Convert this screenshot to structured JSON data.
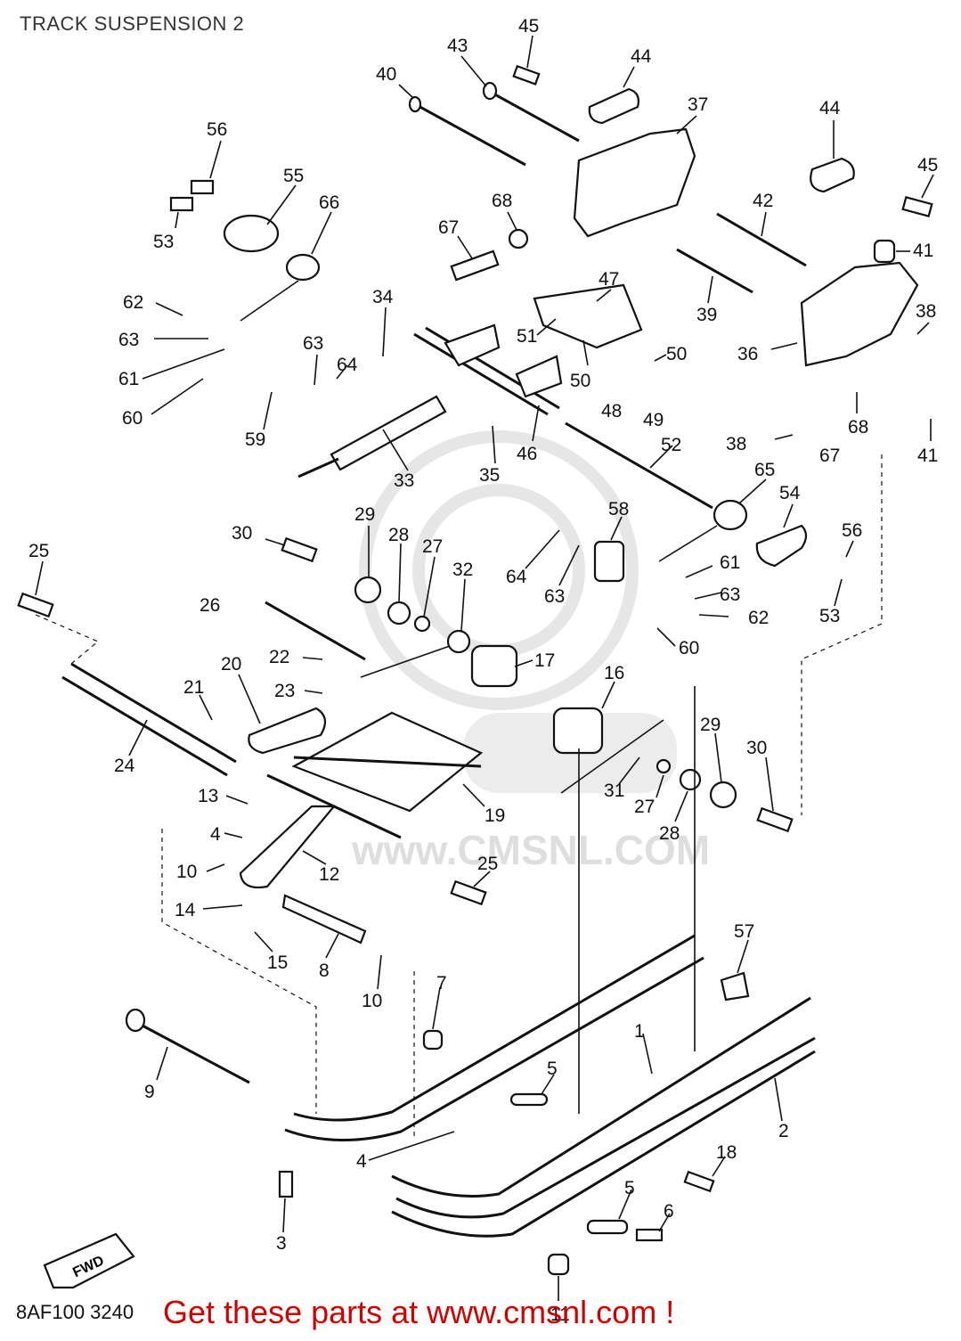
{
  "title": "TRACK SUSPENSION 2",
  "diagram_code": "8AF100 3240",
  "call_to_action": "Get these parts at www.cmsnl.com !",
  "watermark": "www.CMSNL.COM",
  "fwd_marker": "FWD",
  "colors": {
    "cta": "#d10000",
    "line": "#111111",
    "watermark": "#e6e6e6"
  },
  "callouts": [
    {
      "id": "c45a",
      "text": "45"
    },
    {
      "id": "c43",
      "text": "43"
    },
    {
      "id": "c44a",
      "text": "44"
    },
    {
      "id": "c40",
      "text": "40"
    },
    {
      "id": "c37",
      "text": "37"
    },
    {
      "id": "c44b",
      "text": "44"
    },
    {
      "id": "c45b",
      "text": "45"
    },
    {
      "id": "c56a",
      "text": "56"
    },
    {
      "id": "c55",
      "text": "55"
    },
    {
      "id": "c66",
      "text": "66"
    },
    {
      "id": "c53a",
      "text": "53"
    },
    {
      "id": "c68a",
      "text": "68"
    },
    {
      "id": "c67a",
      "text": "67"
    },
    {
      "id": "c42",
      "text": "42"
    },
    {
      "id": "c41a",
      "text": "41"
    },
    {
      "id": "c62a",
      "text": "62"
    },
    {
      "id": "c34",
      "text": "34"
    },
    {
      "id": "c47",
      "text": "47"
    },
    {
      "id": "c39",
      "text": "39"
    },
    {
      "id": "c38a",
      "text": "38"
    },
    {
      "id": "c63a",
      "text": "63"
    },
    {
      "id": "c63b",
      "text": "63"
    },
    {
      "id": "c51",
      "text": "51"
    },
    {
      "id": "c36",
      "text": "36"
    },
    {
      "id": "c61a",
      "text": "61"
    },
    {
      "id": "c64a",
      "text": "64"
    },
    {
      "id": "c50a",
      "text": "50"
    },
    {
      "id": "c50b",
      "text": "50"
    },
    {
      "id": "c60a",
      "text": "60"
    },
    {
      "id": "c48",
      "text": "48"
    },
    {
      "id": "c49",
      "text": "49"
    },
    {
      "id": "c41b",
      "text": "41"
    },
    {
      "id": "c59",
      "text": "59"
    },
    {
      "id": "c38b",
      "text": "38"
    },
    {
      "id": "c68b",
      "text": "68"
    },
    {
      "id": "c46",
      "text": "46"
    },
    {
      "id": "c52",
      "text": "52"
    },
    {
      "id": "c67b",
      "text": "67"
    },
    {
      "id": "c33",
      "text": "33"
    },
    {
      "id": "c35",
      "text": "35"
    },
    {
      "id": "c65",
      "text": "65"
    },
    {
      "id": "c54",
      "text": "54"
    },
    {
      "id": "c29a",
      "text": "29"
    },
    {
      "id": "c58",
      "text": "58"
    },
    {
      "id": "c30a",
      "text": "30"
    },
    {
      "id": "c28a",
      "text": "28"
    },
    {
      "id": "c27a",
      "text": "27"
    },
    {
      "id": "c56b",
      "text": "56"
    },
    {
      "id": "c25a",
      "text": "25"
    },
    {
      "id": "c32",
      "text": "32"
    },
    {
      "id": "c64b",
      "text": "64"
    },
    {
      "id": "c61b",
      "text": "61"
    },
    {
      "id": "c63c",
      "text": "63"
    },
    {
      "id": "c26",
      "text": "26"
    },
    {
      "id": "c63d",
      "text": "63"
    },
    {
      "id": "c62b",
      "text": "62"
    },
    {
      "id": "c53b",
      "text": "53"
    },
    {
      "id": "c60b",
      "text": "60"
    },
    {
      "id": "c22",
      "text": "22"
    },
    {
      "id": "c17",
      "text": "17"
    },
    {
      "id": "c20",
      "text": "20"
    },
    {
      "id": "c16",
      "text": "16"
    },
    {
      "id": "c23",
      "text": "23"
    },
    {
      "id": "c21",
      "text": "21"
    },
    {
      "id": "c29b",
      "text": "29"
    },
    {
      "id": "c30b",
      "text": "30"
    },
    {
      "id": "c24",
      "text": "24"
    },
    {
      "id": "c31",
      "text": "31"
    },
    {
      "id": "c27b",
      "text": "27"
    },
    {
      "id": "c19",
      "text": "19"
    },
    {
      "id": "c13",
      "text": "13"
    },
    {
      "id": "c28b",
      "text": "28"
    },
    {
      "id": "c4a",
      "text": "4"
    },
    {
      "id": "c10a",
      "text": "10"
    },
    {
      "id": "c12",
      "text": "12"
    },
    {
      "id": "c25b",
      "text": "25"
    },
    {
      "id": "c14",
      "text": "14"
    },
    {
      "id": "c15",
      "text": "15"
    },
    {
      "id": "c57",
      "text": "57"
    },
    {
      "id": "c8",
      "text": "8"
    },
    {
      "id": "c10b",
      "text": "10"
    },
    {
      "id": "c7",
      "text": "7"
    },
    {
      "id": "c1",
      "text": "1"
    },
    {
      "id": "c9",
      "text": "9"
    },
    {
      "id": "c5a",
      "text": "5"
    },
    {
      "id": "c2",
      "text": "2"
    },
    {
      "id": "c4b",
      "text": "4"
    },
    {
      "id": "c18",
      "text": "18"
    },
    {
      "id": "c5b",
      "text": "5"
    },
    {
      "id": "c6",
      "text": "6"
    },
    {
      "id": "c3",
      "text": "3"
    },
    {
      "id": "c11",
      "text": "11"
    }
  ]
}
